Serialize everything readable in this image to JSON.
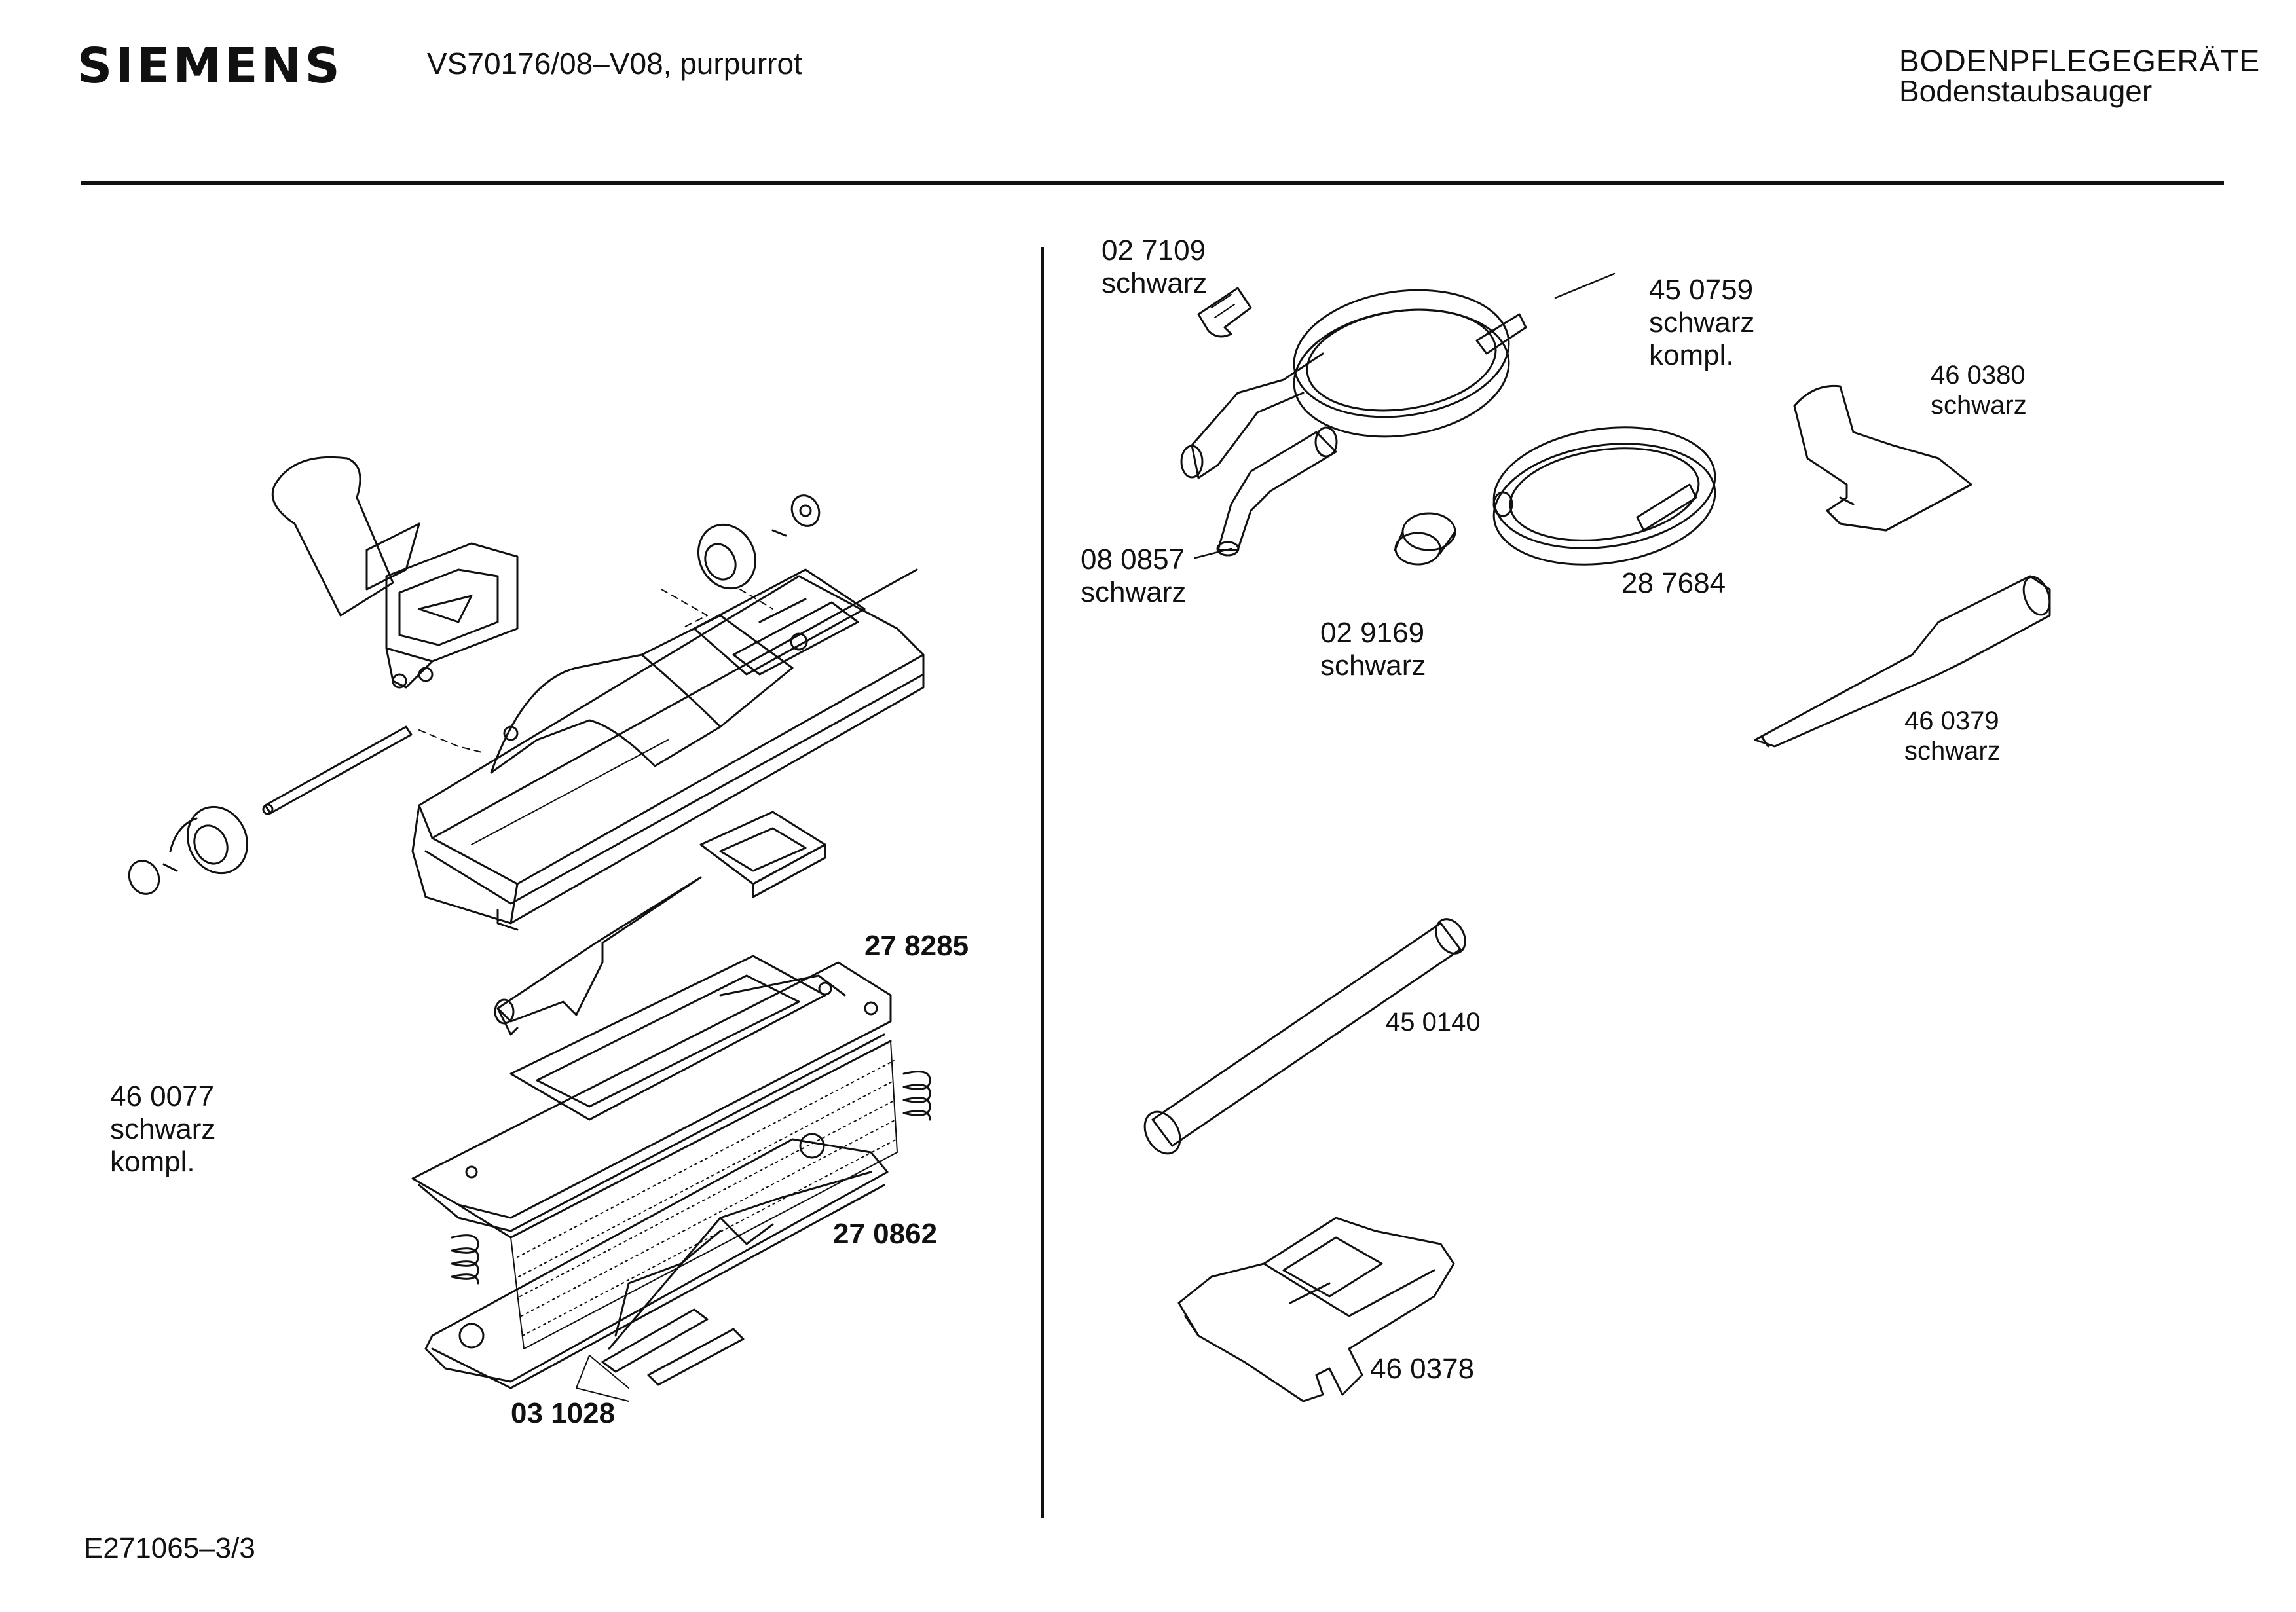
{
  "header": {
    "brand": "SIEMENS",
    "model": "VS70176/08–V08, purpurrot",
    "category": "BODENPFLEGEGERÄTE",
    "subcategory": "Bodenstaubsauger"
  },
  "footer": {
    "code": "E271065–3/3"
  },
  "parts": {
    "p460077": {
      "number": "46 0077",
      "color": "schwarz",
      "note": "kompl."
    },
    "p278285": {
      "number": "27 8285"
    },
    "p270862": {
      "number": "27 0862"
    },
    "p031028": {
      "number": "03 1028"
    },
    "p027109": {
      "number": "02 7109",
      "color": "schwarz"
    },
    "p450759": {
      "number": "45 0759",
      "color": "schwarz",
      "note": "kompl."
    },
    "p460380": {
      "number": "46 0380",
      "color": "schwarz"
    },
    "p080857": {
      "number": "08 0857",
      "color": "schwarz"
    },
    "p287684": {
      "number": "28 7684"
    },
    "p029169": {
      "number": "02 9169",
      "color": "schwarz"
    },
    "p460379": {
      "number": "46 0379",
      "color": "schwarz"
    },
    "p450140": {
      "number": "45 0140"
    },
    "p460378": {
      "number": "46 0378"
    }
  }
}
